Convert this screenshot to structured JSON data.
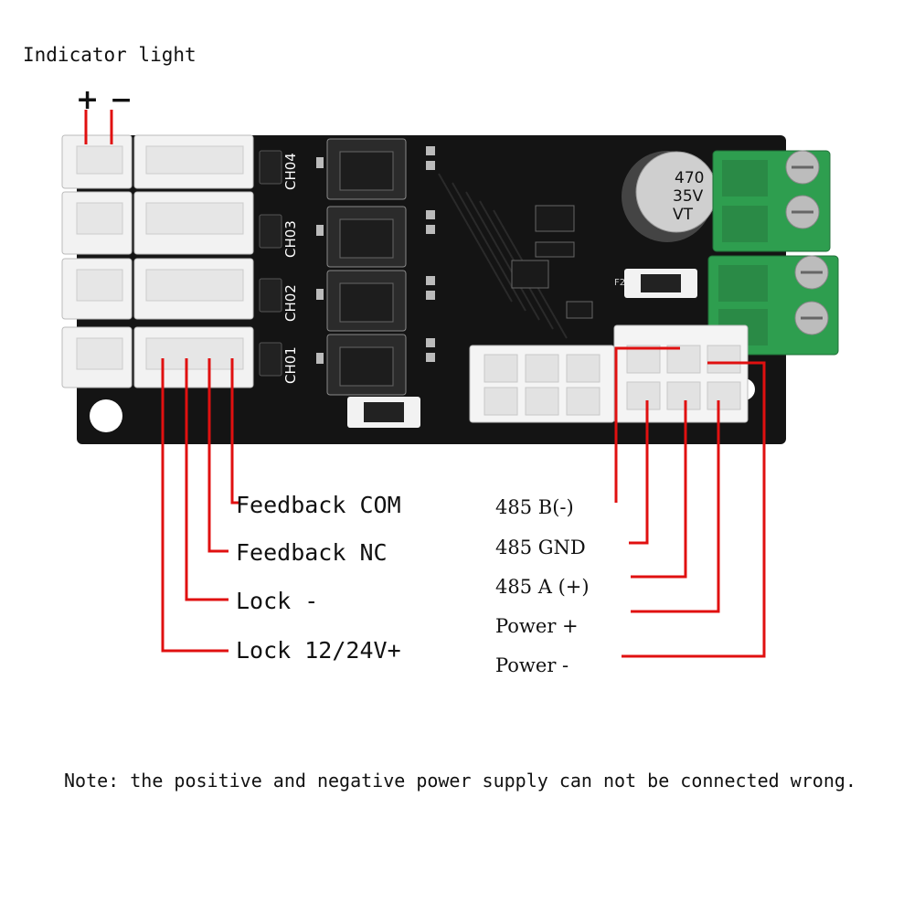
{
  "title": "Indicator light",
  "indicator": {
    "plus": "+",
    "minus": "−"
  },
  "board": {
    "channels": [
      "CH04",
      "CH03",
      "CH02",
      "CH01"
    ],
    "capacitor": [
      "470",
      "35V",
      "VT"
    ],
    "fuse_label": "F2"
  },
  "left_pins": [
    "Feedback COM",
    "Feedback NC",
    "Lock -",
    "Lock 12/24V+"
  ],
  "right_pins": [
    "485 B(-)",
    "485 GND",
    "485 A (+)",
    "Power +",
    "Power -"
  ],
  "note": "Note: the positive and negative power supply can not be connected wrong.",
  "colors": {
    "wire": "#e01010",
    "board": "#111111",
    "terminal": "#2e9e4f",
    "connector": "#f2f2f2"
  }
}
